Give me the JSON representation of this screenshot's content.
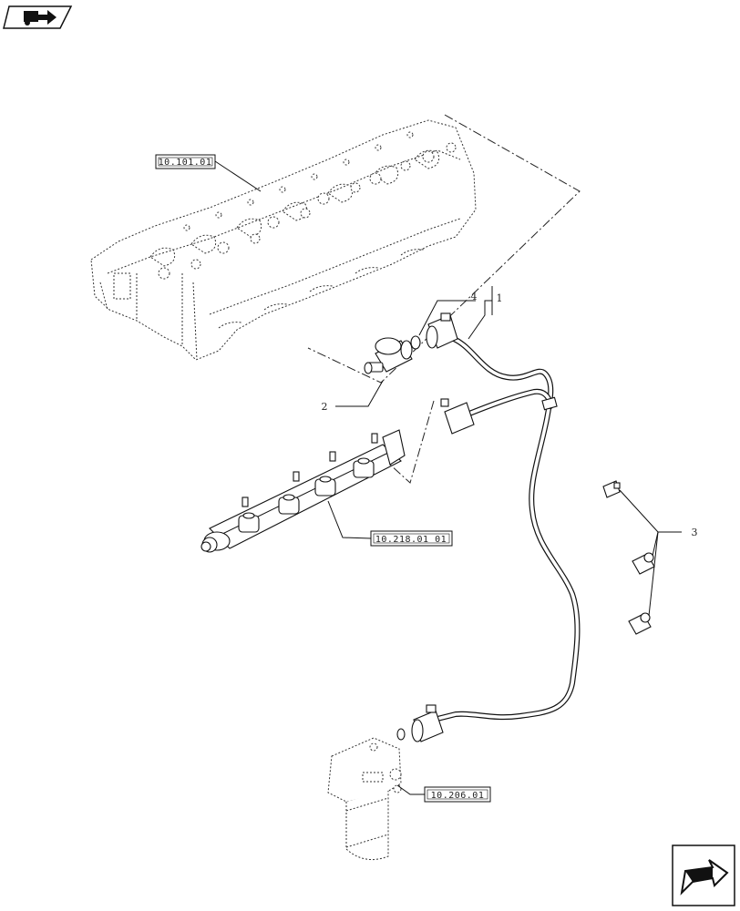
{
  "corner_icons": {
    "top_left": "tractor-arrow-icon",
    "bottom_right": "next-page-arrow-icon"
  },
  "reference_labels": {
    "cylinder_head": "10.101.01",
    "fuel_rail": "10.218.01 01",
    "fuel_filter": "10.206.01"
  },
  "callouts": {
    "pipe_assembly": "1",
    "pressure_sensor": "2",
    "temperature_sensors": "3",
    "o_ring": "4"
  }
}
